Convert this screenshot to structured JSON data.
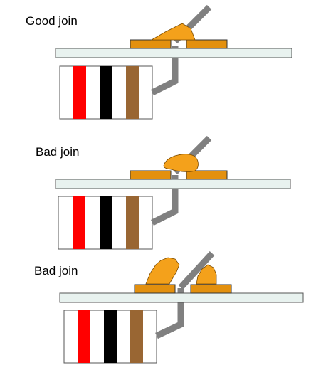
{
  "colors": {
    "board_fill": "#e8f2ef",
    "board_stroke": "#555555",
    "pad_fill": "#e3900e",
    "pad_stroke": "#333333",
    "solder_fill": "#f4a11b",
    "solder_stroke": "#7a4a00",
    "lead": "#808080",
    "band_red": "#ff0000",
    "band_black": "#000000",
    "band_brown": "#996633"
  },
  "panels": [
    {
      "label": "Good join",
      "quality": "good"
    },
    {
      "label": "Bad join",
      "quality": "bad"
    },
    {
      "label": "Bad join",
      "quality": "bad"
    }
  ]
}
